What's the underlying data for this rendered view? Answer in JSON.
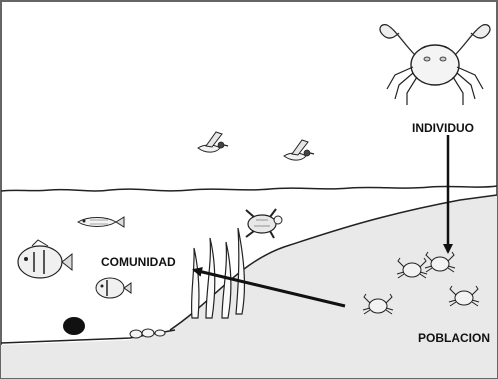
{
  "labels": {
    "individuo": "INDIVIDUO",
    "comunidad": "COMUNIDAD",
    "poblacion": "POBLACION"
  },
  "icons": [
    "crab-icon",
    "duck-icon",
    "fish-icon",
    "turtle-icon",
    "seaweed-icon",
    "rock-icon"
  ],
  "colors": {
    "ink": "#111111",
    "sand": "#e9e9e9",
    "water": "#ffffff"
  }
}
